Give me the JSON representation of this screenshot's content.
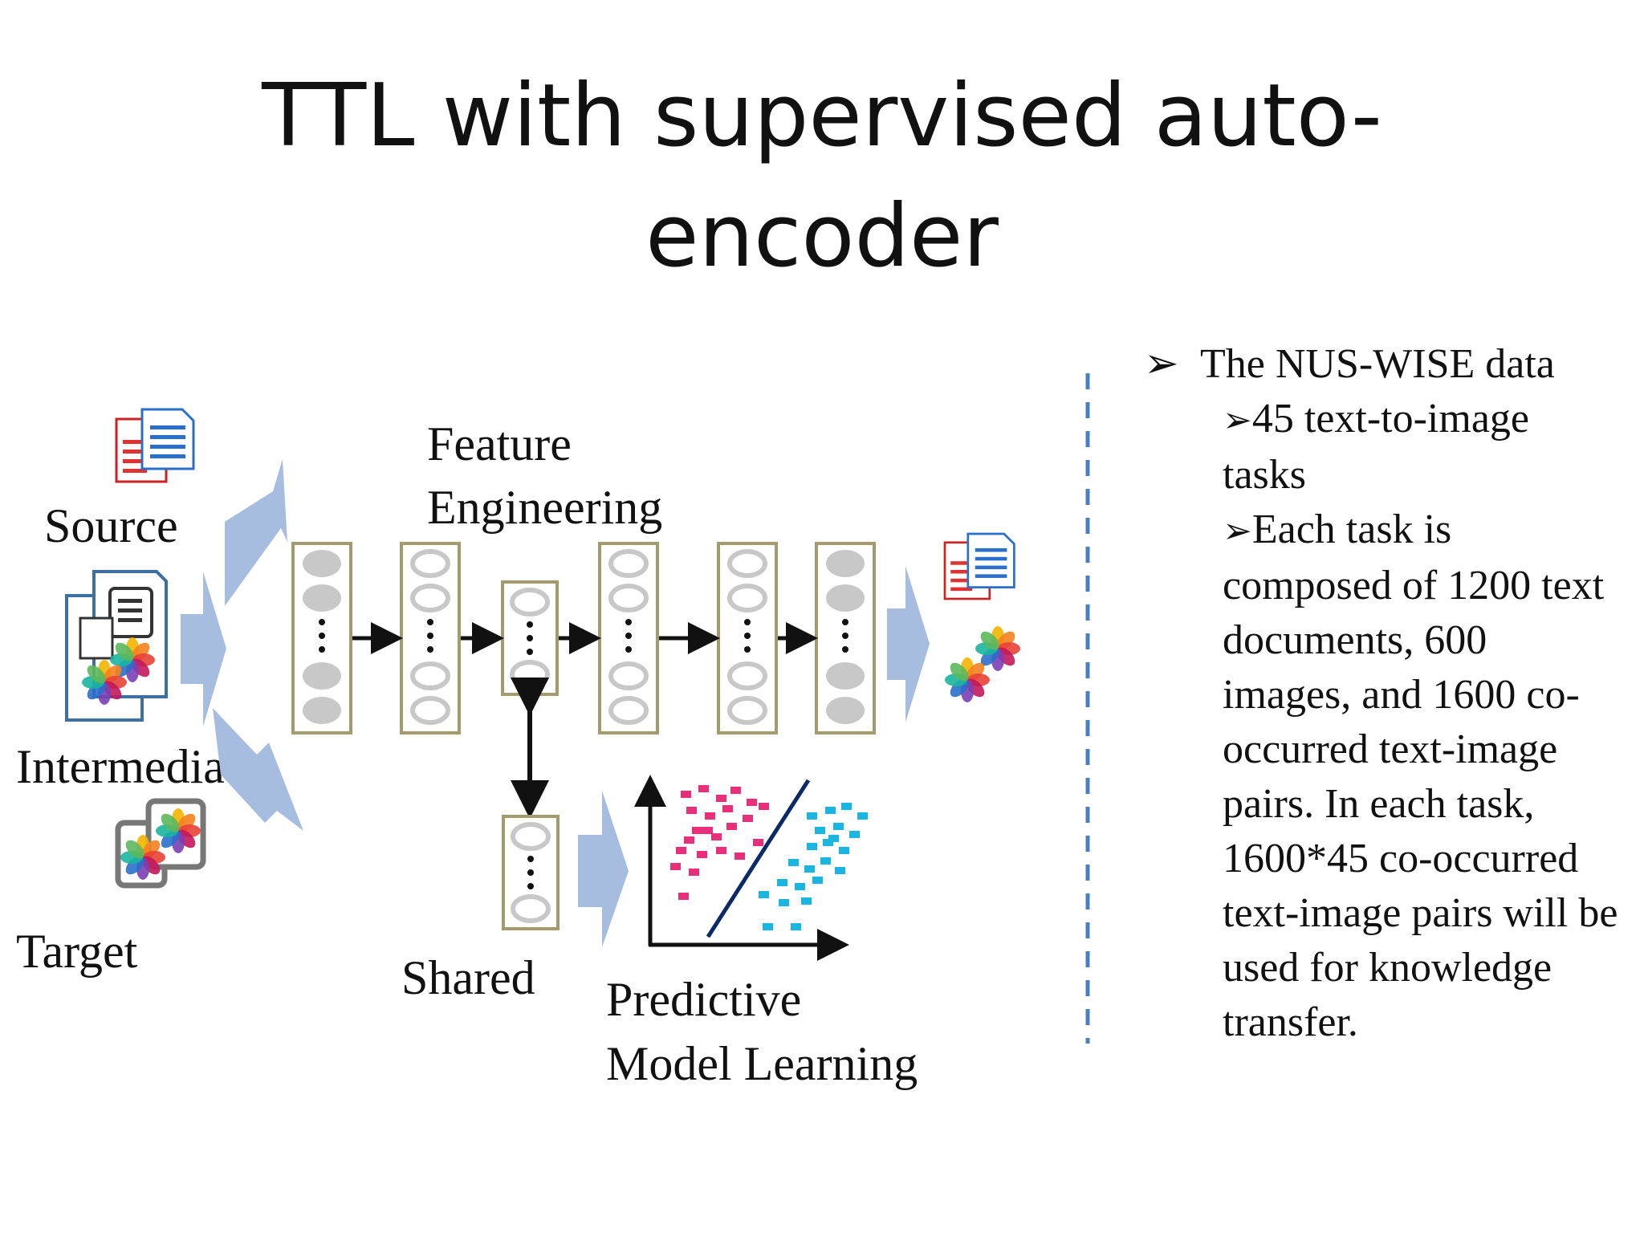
{
  "title": {
    "line1": "TTL with supervised auto-",
    "line2": "encoder"
  },
  "diagram": {
    "labels": {
      "source": "Source",
      "intermediates": "Intermediates",
      "target": "Target",
      "feature_engineering_1": "Feature",
      "feature_engineering_2": "Engineering",
      "shared": "Shared",
      "predictive_1": "Predictive",
      "predictive_2": "Model Learning"
    },
    "colors": {
      "layer_border": "#a39b6e",
      "node_fill": "#c8c8c8",
      "flow_arrow": "#a7bddf",
      "class_a": "#e8307a",
      "class_b": "#1ab5e0",
      "separator_line": "#0b2a66",
      "dashed_divider": "#4a7fc0"
    },
    "icons": [
      "document-icon",
      "photo-icon"
    ]
  },
  "bullets": {
    "main": "The NUS-WISE data",
    "main_marker": "➢",
    "sub_marker": "➢",
    "sub1_lines": [
      "45 text-to-image",
      "tasks"
    ],
    "sub2_lines": [
      "Each task is",
      "composed of 1200 text",
      "documents, 600",
      "images, and 1600 co-",
      "occurred text-image",
      "pairs. In each task,",
      "1600*45 co-occurred",
      "text-image pairs will be",
      "used for knowledge",
      "transfer."
    ]
  }
}
